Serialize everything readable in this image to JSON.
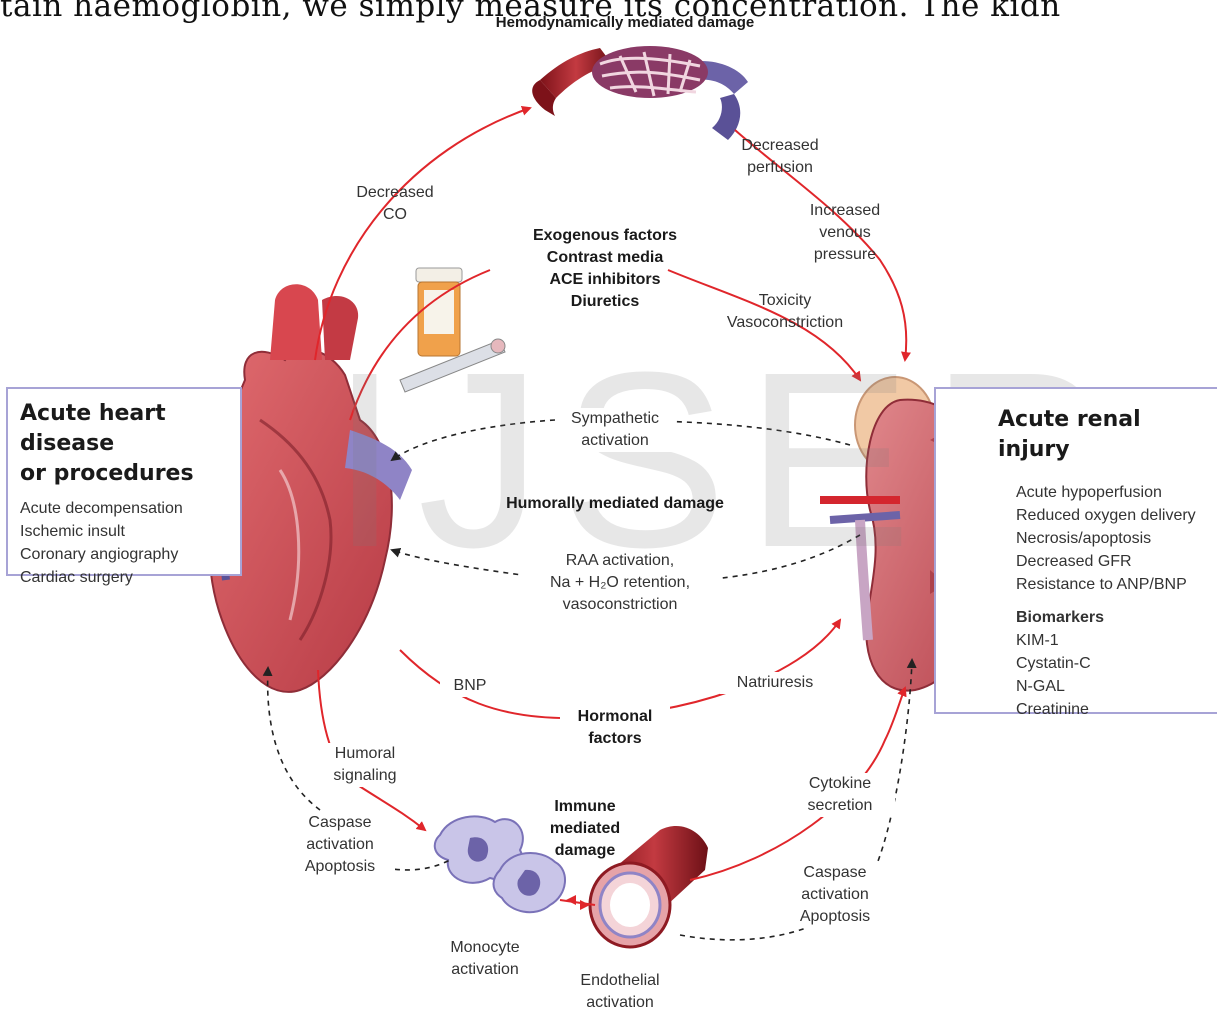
{
  "header_text": "tain haemoglobin, we simply measure its concentration. The kidn",
  "watermark": "IJSER",
  "title_top": "Hemodynamically mediated damage",
  "left_box": {
    "title_line1": "Acute heart disease",
    "title_line2": "or procedures",
    "items": [
      "Acute decompensation",
      "Ischemic insult",
      "Coronary angiography",
      "Cardiac surgery"
    ]
  },
  "right_box": {
    "title": "Acute renal injury",
    "items": [
      "Acute hypoperfusion",
      "Reduced oxygen delivery",
      "Necrosis/apoptosis",
      "Decreased GFR",
      "Resistance to ANP/BNP"
    ],
    "biomarkers_title": "Biomarkers",
    "biomarkers": [
      "KIM-1",
      "Cystatin-C",
      "N-GAL",
      "Creatinine"
    ]
  },
  "labels": {
    "decreased_co": [
      "Decreased",
      "CO"
    ],
    "decreased_perfusion": [
      "Decreased",
      "perfusion"
    ],
    "increased_venous": [
      "Increased",
      "venous",
      "pressure"
    ],
    "exogenous": [
      "Exogenous factors",
      "Contrast media",
      "ACE inhibitors",
      "Diuretics"
    ],
    "toxicity": [
      "Toxicity",
      "Vasoconstriction"
    ],
    "sympathetic": [
      "Sympathetic",
      "activation"
    ],
    "humorally": "Humorally mediated damage",
    "raa": [
      "RAA activation,",
      "Na + H₂O retention,",
      "vasoconstriction"
    ],
    "bnp": "BNP",
    "natriuresis": "Natriuresis",
    "hormonal": [
      "Hormonal",
      "factors"
    ],
    "humoral_signaling": [
      "Humoral",
      "signaling"
    ],
    "caspase_left": [
      "Caspase",
      "activation",
      "Apoptosis"
    ],
    "immune": [
      "Immune",
      "mediated",
      "damage"
    ],
    "cytokine": [
      "Cytokine",
      "secretion"
    ],
    "caspase_right": [
      "Caspase",
      "activation",
      "Apoptosis"
    ],
    "monocyte": [
      "Monocyte",
      "activation"
    ],
    "endothelial": [
      "Endothelial",
      "activation"
    ]
  },
  "colors": {
    "red_arrow": "#e0262b",
    "dashed_arrow": "#222222",
    "box_border": "#a7a3d6",
    "heart": "#c8414b",
    "kidney": "#c9545c",
    "vessel": "#8e1a22"
  }
}
